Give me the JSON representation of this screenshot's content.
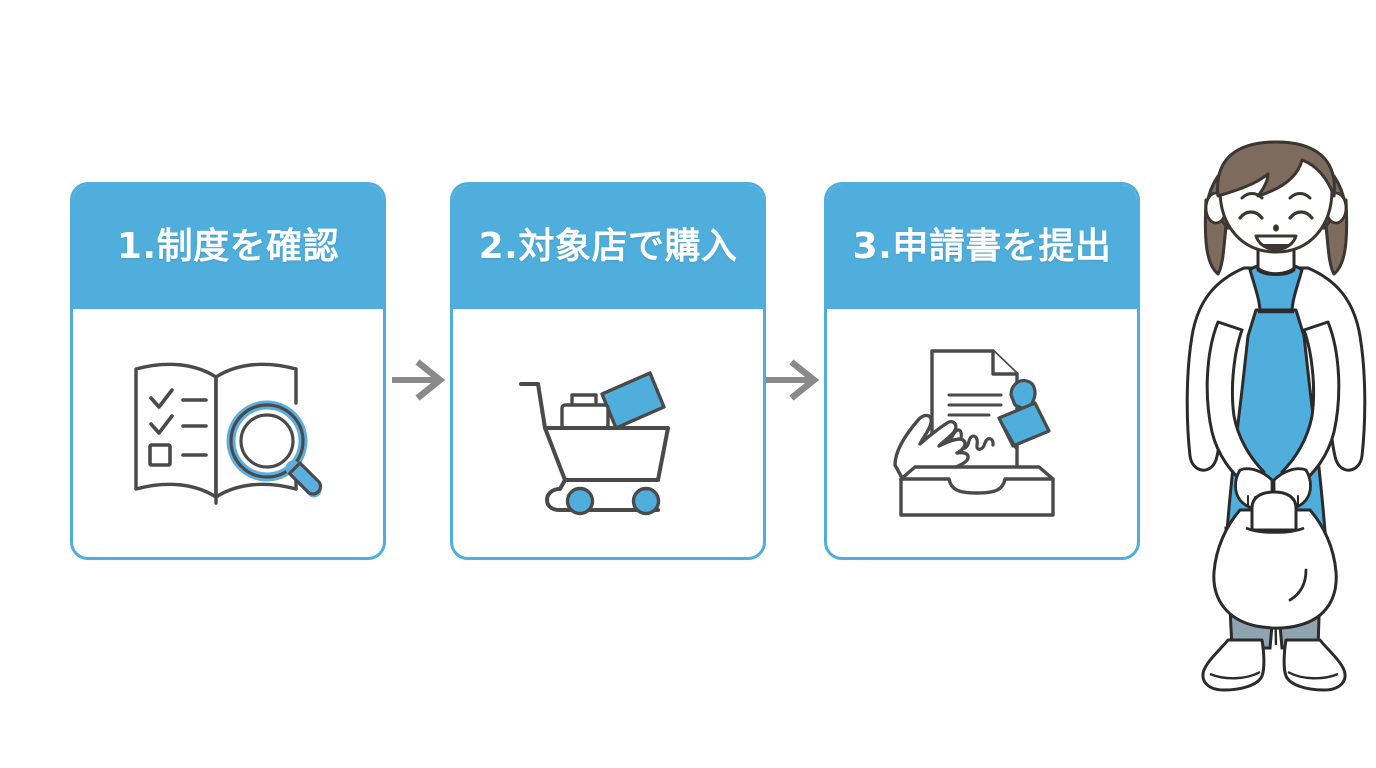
{
  "page": {
    "background_color": "#ffffff",
    "accent_color": "#4FAEDC",
    "outline_color": "#4A4A4A",
    "arrow_color": "#8A8A8A",
    "hair_color": "#7D6B5D",
    "pants_color": "#8FA3B0"
  },
  "steps": [
    {
      "number": "1",
      "title": "1.制度を確認",
      "icon": "open-book-with-checklist-and-magnifier-icon",
      "icon_label": "制度を確認するアイコン"
    },
    {
      "number": "2",
      "title": "2.対象店で購入",
      "icon": "shopping-cart-icon",
      "icon_label": "対象店で購入するアイコン"
    },
    {
      "number": "3",
      "title": "3.申請書を提出",
      "icon": "document-signature-stamp-tray-icon",
      "icon_label": "申請書を提出するアイコン"
    }
  ],
  "connectors": [
    {
      "name": "arrow-step-1-to-2",
      "glyph": "→"
    },
    {
      "name": "arrow-step-2-to-3",
      "glyph": "→"
    }
  ],
  "illustration": {
    "name": "smiling-woman-with-apron-holding-tote-bag",
    "apron_color": "#4FAEDC",
    "hair_color": "#7D6B5D",
    "shirt_color": "#FFFFFF",
    "pants_color": "#8FA3B0",
    "bag_color": "#FFFFFF"
  }
}
